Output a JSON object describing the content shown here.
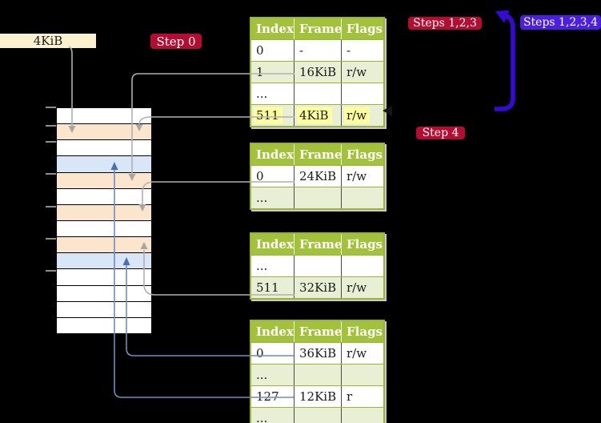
{
  "labels": {
    "frame_size": "4KiB"
  },
  "badges": {
    "step0": {
      "label": "Step 0",
      "bg": "#b50d32"
    },
    "steps123": {
      "label": "Steps 1,2,3",
      "bg": "#b50d32"
    },
    "steps1234": {
      "label": "Steps 1,2,3,4",
      "bg": "#4b1fe0"
    },
    "step4": {
      "label": "Step 4",
      "bg": "#b50d32"
    }
  },
  "table_columns": [
    "Index",
    "Frame",
    "Flags"
  ],
  "tables": [
    {
      "id": "table-1",
      "rows": [
        {
          "index": "0",
          "frame": "-",
          "flags": "-"
        },
        {
          "index": "1",
          "frame": "16KiB",
          "flags": "r/w"
        },
        {
          "index": "...",
          "frame": "",
          "flags": ""
        },
        {
          "index": "511",
          "frame": "4KiB",
          "flags": "r/w",
          "highlighted": true
        }
      ]
    },
    {
      "id": "table-2",
      "rows": [
        {
          "index": "0",
          "frame": "24KiB",
          "flags": "r/w"
        },
        {
          "index": "...",
          "frame": "",
          "flags": ""
        }
      ]
    },
    {
      "id": "table-3",
      "rows": [
        {
          "index": "...",
          "frame": "",
          "flags": ""
        },
        {
          "index": "511",
          "frame": "32KiB",
          "flags": "r/w"
        }
      ]
    },
    {
      "id": "table-4",
      "rows": [
        {
          "index": "0",
          "frame": "36KiB",
          "flags": "r/w"
        },
        {
          "index": "...",
          "frame": "",
          "flags": ""
        },
        {
          "index": "127",
          "frame": "12KiB",
          "flags": "r"
        },
        {
          "index": "...",
          "frame": "",
          "flags": ""
        }
      ]
    }
  ],
  "memory_strip": {
    "rows": [
      {
        "fill": "white"
      },
      {
        "fill": "frame-peach"
      },
      {
        "fill": "white"
      },
      {
        "fill": "page-blue"
      },
      {
        "fill": "frame-peach"
      },
      {
        "fill": "white"
      },
      {
        "fill": "frame-peach"
      },
      {
        "fill": "white"
      },
      {
        "fill": "frame-peach"
      },
      {
        "fill": "page-blue"
      },
      {
        "fill": "white"
      },
      {
        "fill": "white"
      },
      {
        "fill": "white"
      },
      {
        "fill": "white"
      }
    ]
  },
  "colors": {
    "background": "#000000",
    "table_header_bg": "#a3c23c",
    "table_border": "#9cb337",
    "table_row_shaded": "#e9efd4",
    "highlight_yellow": "#ffff9e",
    "frame_row_peach": "#fce5cd",
    "page_row_blue": "#d9e6f7",
    "label_cream": "#fcf1cf",
    "badge_red": "#b50d32",
    "badge_blue": "#4b1fe0",
    "connector_gray": "#b0b0b0",
    "connector_blue": "#6c8ebf",
    "loop_arrow_blue": "#3609da"
  }
}
